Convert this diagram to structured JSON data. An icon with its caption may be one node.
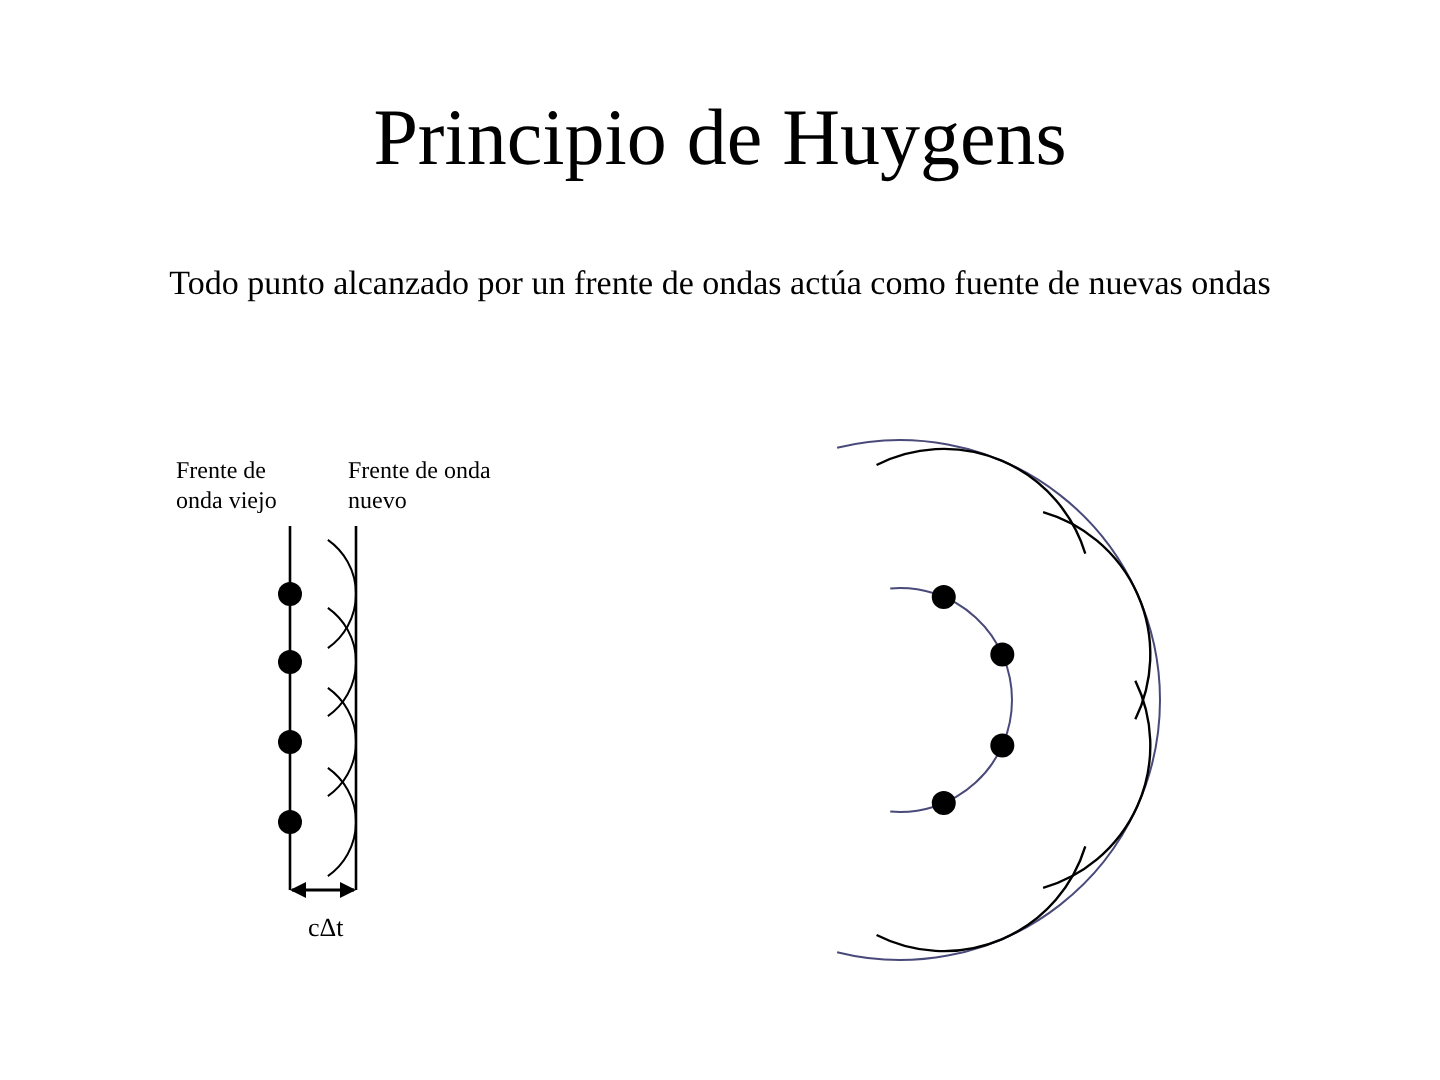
{
  "diagram": {
    "title": "Principio de Huygens",
    "labels": [
      "Todo punto alcanzado por un frente de ondas actúa como fuente de nuevas ondas",
      "Frente de onda viejo",
      "Frente de onda nuevo",
      "cΔt"
    ]
  }
}
